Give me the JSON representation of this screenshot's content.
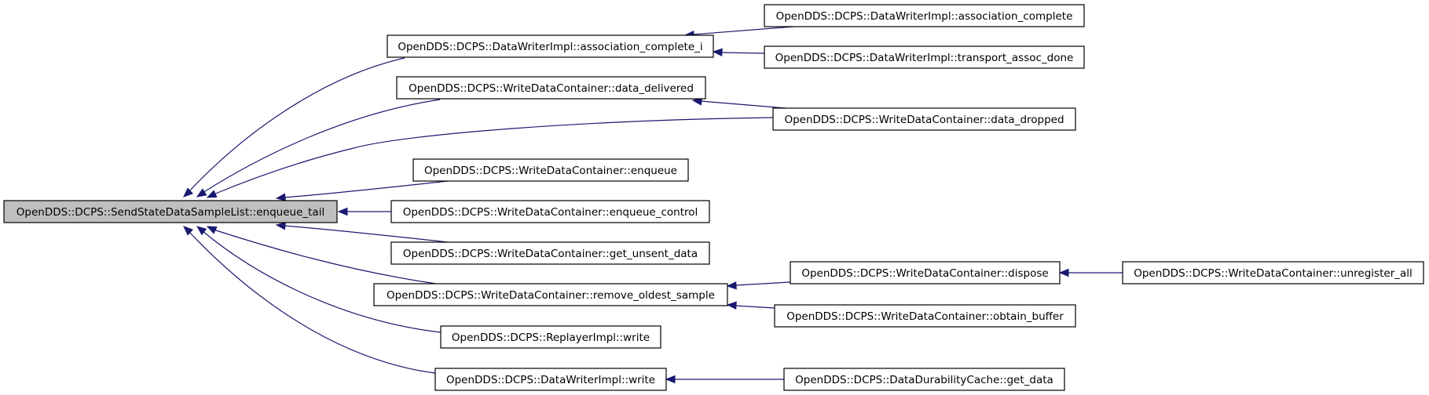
{
  "graph": {
    "nodes": [
      {
        "id": "n0",
        "label": "OpenDDS::DCPS::SendStateDataSampleList::enqueue_tail",
        "highlighted": true
      },
      {
        "id": "n1",
        "label": "OpenDDS::DCPS::DataWriterImpl::association_complete_i"
      },
      {
        "id": "n2",
        "label": "OpenDDS::DCPS::DataWriterImpl::association_complete"
      },
      {
        "id": "n3",
        "label": "OpenDDS::DCPS::DataWriterImpl::transport_assoc_done"
      },
      {
        "id": "n4",
        "label": "OpenDDS::DCPS::WriteDataContainer::data_delivered"
      },
      {
        "id": "n5",
        "label": "OpenDDS::DCPS::WriteDataContainer::data_dropped"
      },
      {
        "id": "n6",
        "label": "OpenDDS::DCPS::WriteDataContainer::enqueue"
      },
      {
        "id": "n7",
        "label": "OpenDDS::DCPS::WriteDataContainer::enqueue_control"
      },
      {
        "id": "n8",
        "label": "OpenDDS::DCPS::WriteDataContainer::get_unsent_data"
      },
      {
        "id": "n9",
        "label": "OpenDDS::DCPS::WriteDataContainer::remove_oldest_sample"
      },
      {
        "id": "n10",
        "label": "OpenDDS::DCPS::WriteDataContainer::dispose"
      },
      {
        "id": "n11",
        "label": "OpenDDS::DCPS::WriteDataContainer::unregister_all"
      },
      {
        "id": "n12",
        "label": "OpenDDS::DCPS::WriteDataContainer::obtain_buffer"
      },
      {
        "id": "n13",
        "label": "OpenDDS::DCPS::ReplayerImpl::write"
      },
      {
        "id": "n14",
        "label": "OpenDDS::DCPS::DataWriterImpl::write"
      },
      {
        "id": "n15",
        "label": "OpenDDS::DCPS::DataDurabilityCache::get_data"
      }
    ],
    "edges": [
      {
        "from": "n1",
        "to": "n0"
      },
      {
        "from": "n4",
        "to": "n0"
      },
      {
        "from": "n5",
        "to": "n0"
      },
      {
        "from": "n6",
        "to": "n0"
      },
      {
        "from": "n7",
        "to": "n0"
      },
      {
        "from": "n8",
        "to": "n0"
      },
      {
        "from": "n9",
        "to": "n0"
      },
      {
        "from": "n13",
        "to": "n0"
      },
      {
        "from": "n14",
        "to": "n0"
      },
      {
        "from": "n2",
        "to": "n1"
      },
      {
        "from": "n3",
        "to": "n1"
      },
      {
        "from": "n5",
        "to": "n4"
      },
      {
        "from": "n10",
        "to": "n9"
      },
      {
        "from": "n12",
        "to": "n9"
      },
      {
        "from": "n11",
        "to": "n10"
      },
      {
        "from": "n15",
        "to": "n14"
      }
    ],
    "colors": {
      "edge": "#191970",
      "highlight_fill": "#bfbfbf",
      "node_border": "#000000"
    }
  }
}
